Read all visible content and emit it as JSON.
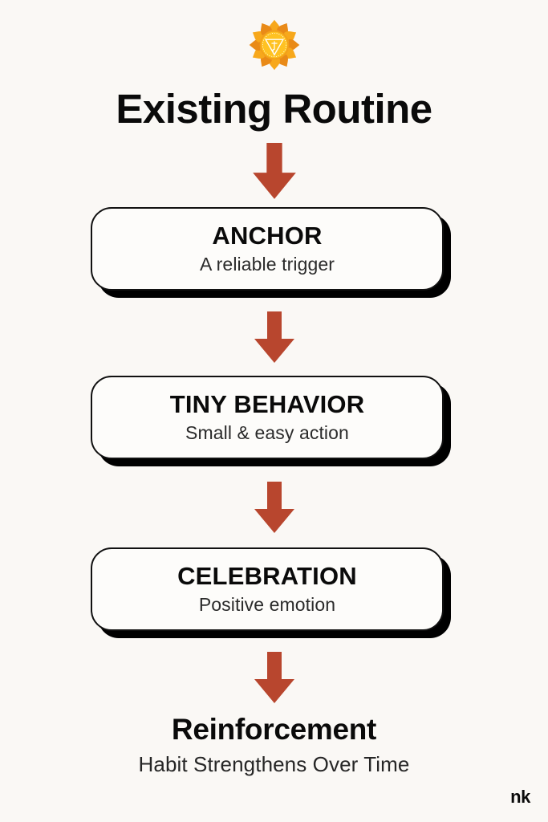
{
  "page": {
    "background_color": "#faf8f5",
    "accent_color": "#b8462e",
    "ink_color": "#0a0a0a",
    "card_background": "#fdfcfa"
  },
  "emblem": {
    "icon_name": "manipura-chakra-icon",
    "petal_color": "#f5a623",
    "petal_dark_color": "#e07b1e",
    "core_color": "#ffc222",
    "triangle_color": "#ffffff"
  },
  "header": {
    "title": "Existing Routine"
  },
  "arrows": [
    {
      "icon_name": "down-arrow-icon",
      "color": "#b8462e"
    },
    {
      "icon_name": "down-arrow-icon",
      "color": "#b8462e"
    },
    {
      "icon_name": "down-arrow-icon",
      "color": "#b8462e"
    },
    {
      "icon_name": "down-arrow-icon",
      "color": "#b8462e"
    }
  ],
  "steps": [
    {
      "title": "ANCHOR",
      "subtitle": "A reliable trigger"
    },
    {
      "title": "TINY BEHAVIOR",
      "subtitle": "Small & easy action"
    },
    {
      "title": "CELEBRATION",
      "subtitle": "Positive emotion"
    }
  ],
  "footer": {
    "title": "Reinforcement",
    "subtitle": "Habit Strengthens Over Time"
  },
  "watermark": {
    "text": "nk"
  }
}
